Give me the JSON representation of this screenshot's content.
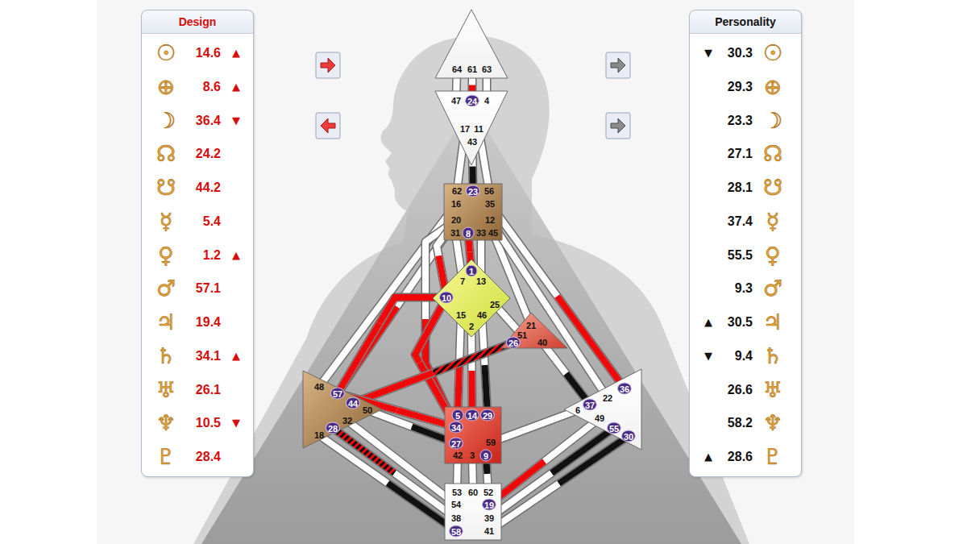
{
  "diagram": {
    "nodes": [
      {
        "text": [
          "Design"
        ]
      },
      {
        "text": [
          "☉",
          "14.6",
          "▲"
        ],
        "in": 0
      },
      {
        "text": [
          "⊕",
          "8.6",
          "▲"
        ],
        "in": 0
      },
      {
        "text": [
          "☽",
          "36.4",
          "▼"
        ],
        "in": 0
      },
      {
        "text": [
          "☊",
          "24.2"
        ],
        "in": 0
      },
      {
        "text": [
          "☋",
          "44.2"
        ],
        "in": 0
      },
      {
        "text": [
          "☿",
          "5.4"
        ],
        "in": 0
      },
      {
        "text": [
          "♀",
          "1.2",
          "▲"
        ],
        "in": 0
      },
      {
        "text": [
          "♂",
          "57.1"
        ],
        "in": 0
      },
      {
        "text": [
          "♃",
          "19.4"
        ],
        "in": 0
      },
      {
        "text": [
          "♄",
          "34.1",
          "▲"
        ],
        "in": 0
      },
      {
        "text": [
          "♅",
          "26.1"
        ],
        "in": 0
      },
      {
        "text": [
          "♆",
          "10.5",
          "▼"
        ],
        "in": 0
      },
      {
        "text": [
          "♇",
          "28.4"
        ],
        "in": 0
      },
      {
        "text": [
          "Personality"
        ]
      },
      {
        "text": [
          "▼",
          "30.3",
          "☉"
        ],
        "in": 14
      },
      {
        "text": [
          "29.3",
          "⊕"
        ],
        "in": 14
      },
      {
        "text": [
          "23.3",
          "☽"
        ],
        "in": 14
      },
      {
        "text": [
          "27.1",
          "☊"
        ],
        "in": 14
      },
      {
        "text": [
          "28.1",
          "☋"
        ],
        "in": 14
      },
      {
        "text": [
          "37.4",
          "☿"
        ],
        "in": 14
      },
      {
        "text": [
          "55.5",
          "♀"
        ],
        "in": 14
      },
      {
        "text": [
          "9.3",
          "♂"
        ],
        "in": 14
      },
      {
        "text": [
          "▲",
          "30.5",
          "♃"
        ],
        "in": 14
      },
      {
        "text": [
          "▼",
          "9.4",
          "♄"
        ],
        "in": 14
      },
      {
        "text": [
          "26.6",
          "♅"
        ],
        "in": 14
      },
      {
        "text": [
          "58.2",
          "♆"
        ],
        "in": 14
      },
      {
        "text": [
          "▲",
          "28.6",
          "♇"
        ],
        "in": 14
      },
      {
        "text": [
          "64",
          "61",
          "63"
        ]
      },
      {
        "text": [
          "47",
          "24",
          "4",
          "17",
          "11",
          "43"
        ]
      },
      {
        "text": [
          "62",
          "23",
          "56",
          "16",
          "35",
          "20",
          "12",
          "31",
          "8",
          "33",
          "45"
        ]
      },
      {
        "text": [
          "1",
          "7",
          "13",
          "10",
          "25",
          "15",
          "46",
          "2"
        ]
      },
      {
        "text": [
          "21",
          "51",
          "26",
          "40"
        ]
      },
      {
        "text": [
          "48",
          "57",
          "44",
          "50",
          "32",
          "28",
          "18"
        ]
      },
      {
        "text": [
          "5",
          "14",
          "29",
          "34",
          "59",
          "27",
          "42",
          "3",
          "9"
        ]
      },
      {
        "text": [
          "36",
          "22",
          "6",
          "37",
          "49",
          "55",
          "30"
        ]
      },
      {
        "text": [
          "53",
          "60",
          "52",
          "54",
          "19",
          "38",
          "39",
          "58",
          "41"
        ]
      }
    ],
    "edges": [
      {
        "from": 28,
        "to": 29,
        "arrow": "none"
      },
      {
        "from": 28,
        "to": 29,
        "arrow": "none"
      },
      {
        "from": 28,
        "to": 29,
        "arrow": "none"
      },
      {
        "from": 29,
        "to": 30,
        "arrow": "none"
      },
      {
        "from": 29,
        "to": 30,
        "arrow": "none"
      },
      {
        "from": 29,
        "to": 30,
        "arrow": "none"
      },
      {
        "from": 30,
        "to": 31,
        "arrow": "none"
      },
      {
        "from": 30,
        "to": 31,
        "arrow": "none"
      },
      {
        "from": 30,
        "to": 31,
        "arrow": "none"
      },
      {
        "from": 30,
        "to": 33,
        "arrow": "none"
      },
      {
        "from": 30,
        "to": 33,
        "arrow": "none"
      },
      {
        "from": 30,
        "to": 34,
        "arrow": "none"
      },
      {
        "from": 30,
        "to": 32,
        "arrow": "none"
      },
      {
        "from": 30,
        "to": 35,
        "arrow": "none"
      },
      {
        "from": 30,
        "to": 35,
        "arrow": "none"
      },
      {
        "from": 31,
        "to": 32,
        "arrow": "none"
      },
      {
        "from": 31,
        "to": 33,
        "arrow": "none"
      },
      {
        "from": 31,
        "to": 34,
        "arrow": "none"
      },
      {
        "from": 31,
        "to": 34,
        "arrow": "none"
      },
      {
        "from": 31,
        "to": 34,
        "arrow": "none"
      },
      {
        "from": 31,
        "to": 34,
        "arrow": "none"
      },
      {
        "from": 32,
        "to": 33,
        "arrow": "none"
      },
      {
        "from": 32,
        "to": 35,
        "arrow": "none"
      },
      {
        "from": 33,
        "to": 34,
        "arrow": "none"
      },
      {
        "from": 33,
        "to": 34,
        "arrow": "none"
      },
      {
        "from": 33,
        "to": 36,
        "arrow": "none"
      },
      {
        "from": 33,
        "to": 36,
        "arrow": "none"
      },
      {
        "from": 33,
        "to": 36,
        "arrow": "none"
      },
      {
        "from": 34,
        "to": 35,
        "arrow": "none"
      },
      {
        "from": 34,
        "to": 36,
        "arrow": "none"
      },
      {
        "from": 34,
        "to": 36,
        "arrow": "none"
      },
      {
        "from": 34,
        "to": 36,
        "arrow": "none"
      },
      {
        "from": 35,
        "to": 36,
        "arrow": "none"
      },
      {
        "from": 35,
        "to": 36,
        "arrow": "none"
      },
      {
        "from": 35,
        "to": 36,
        "arrow": "none"
      },
      {
        "from": 30,
        "to": 31,
        "arrow": "none"
      }
    ]
  }
}
